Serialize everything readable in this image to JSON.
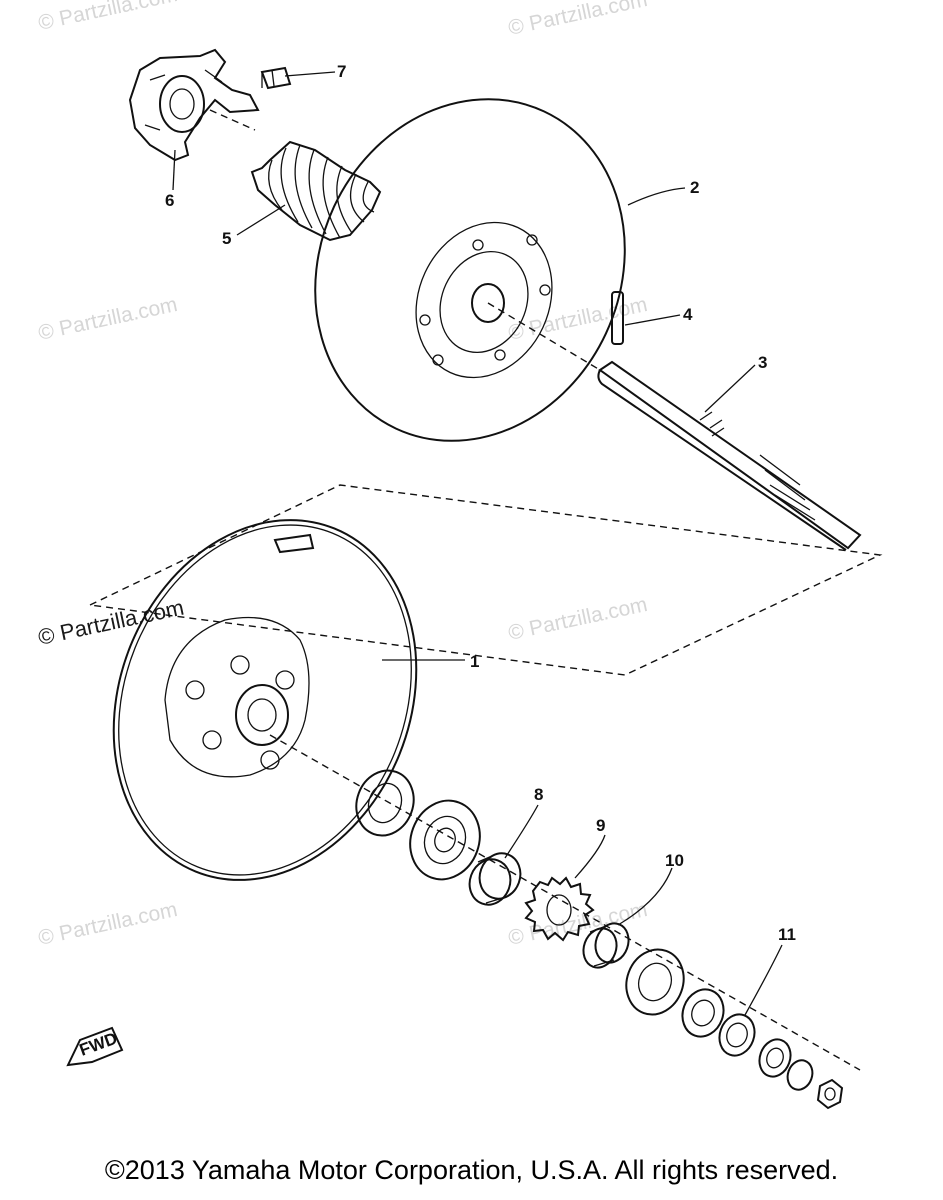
{
  "watermark": {
    "faint_text": "© Partzilla.com",
    "strong_text": "© Partzilla.com"
  },
  "callouts": [
    "1",
    "2",
    "3",
    "4",
    "5",
    "6",
    "7",
    "8",
    "9",
    "10",
    "11"
  ],
  "fwd_label": "FWD",
  "copyright": "©2013 Yamaha Motor Corporation, U.S.A. All rights reserved.",
  "colors": {
    "ink": "#111111",
    "watermark": "#d6d6d6",
    "background": "#ffffff"
  }
}
